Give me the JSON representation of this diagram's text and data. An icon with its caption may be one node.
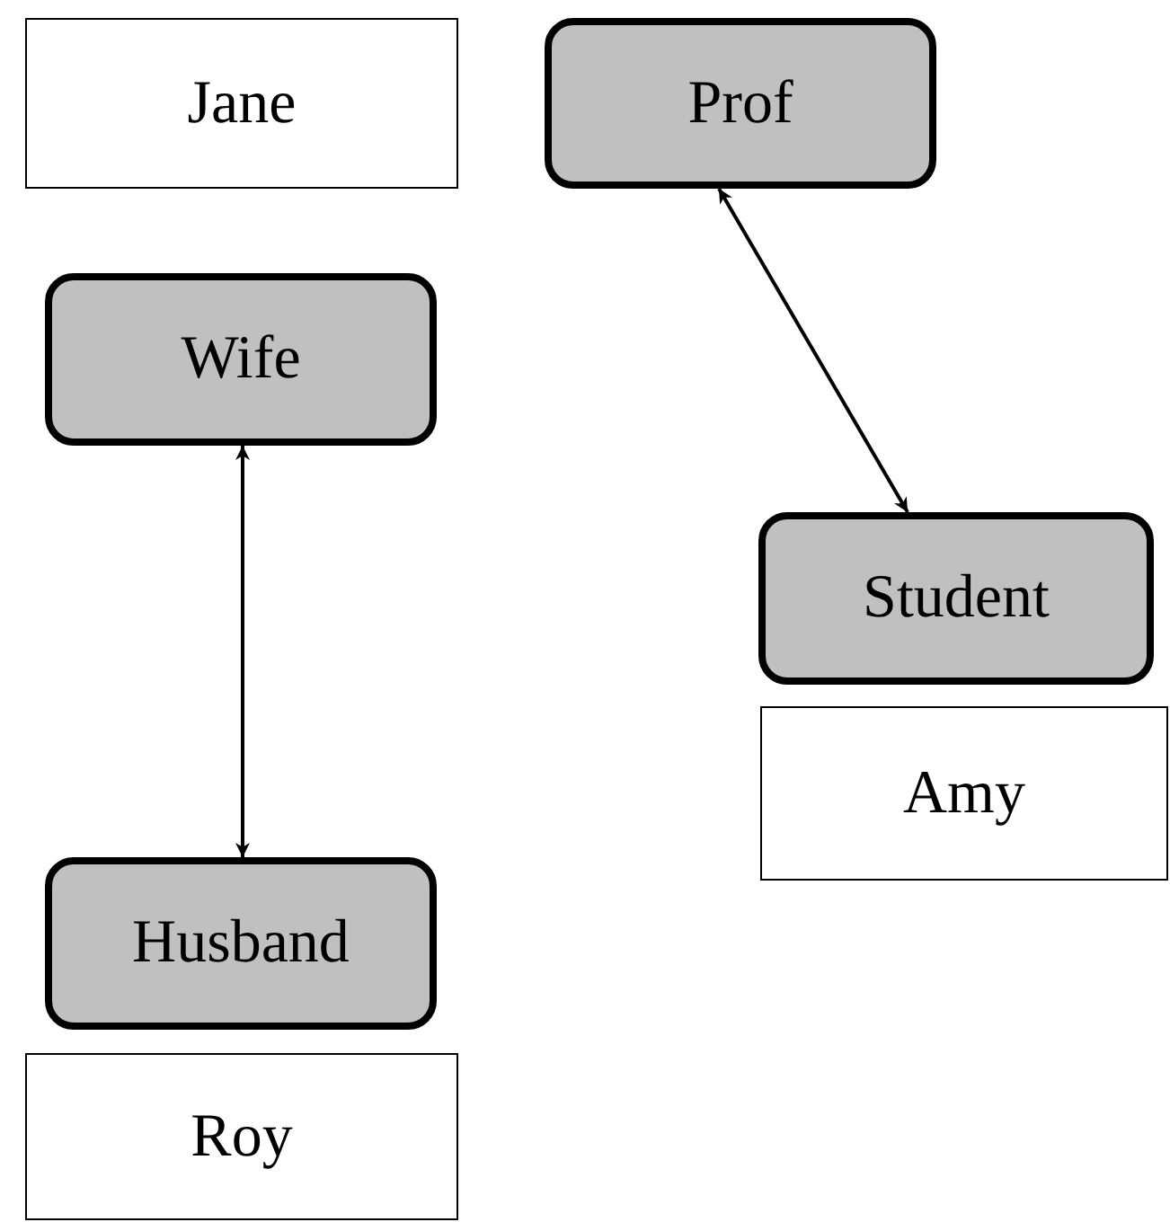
{
  "diagram": {
    "nodes": [
      {
        "text": [
          "Jane"
        ]
      },
      {
        "text": [
          "Prof"
        ]
      },
      {
        "text": [
          "Wife"
        ]
      },
      {
        "text": [
          "Student"
        ]
      },
      {
        "text": [
          "Amy"
        ]
      },
      {
        "text": [
          "Husband"
        ]
      },
      {
        "text": [
          "Roy"
        ]
      }
    ],
    "edges": [
      {
        "from": 2,
        "to": 5,
        "arrow": "both"
      },
      {
        "from": 1,
        "to": 3,
        "arrow": "both"
      }
    ]
  }
}
